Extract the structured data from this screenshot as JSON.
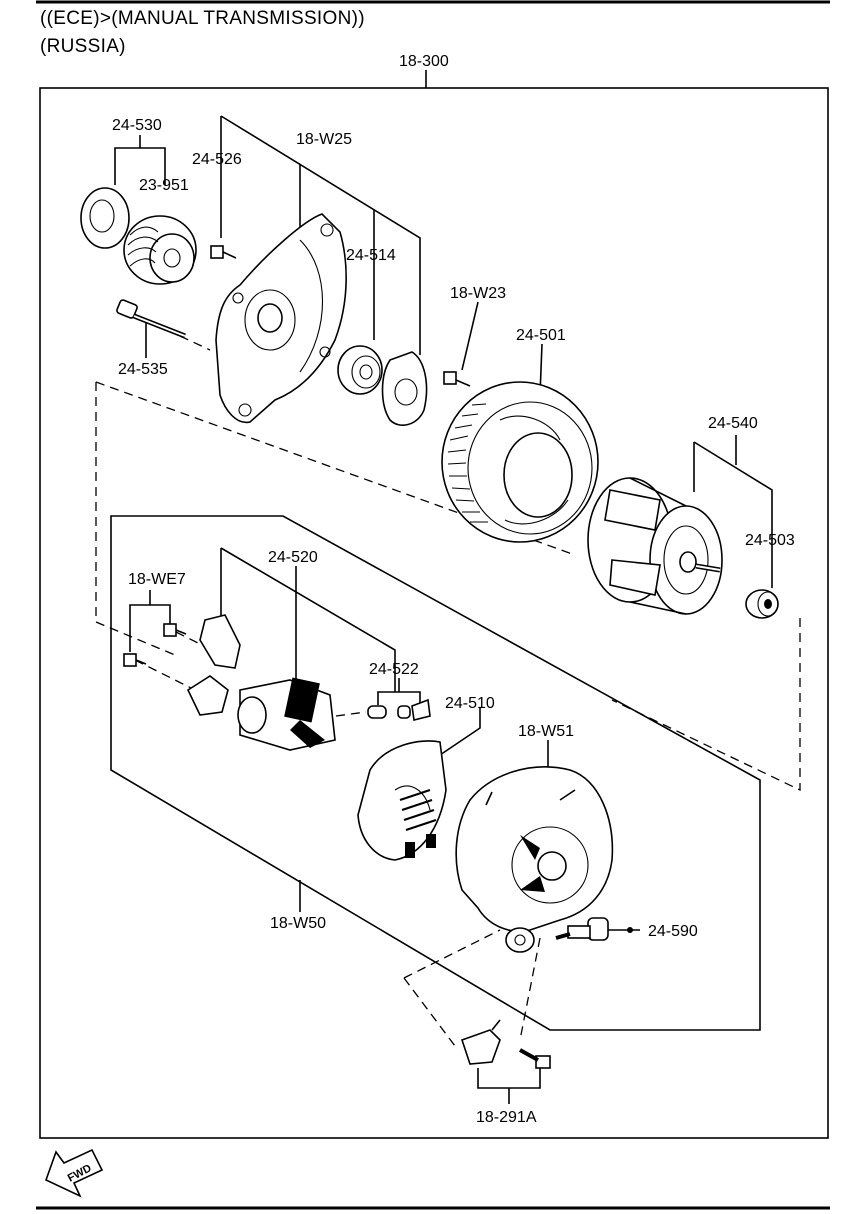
{
  "header": {
    "line1": "((ECE)>(MANUAL TRANSMISSION))",
    "line2": "(RUSSIA)"
  },
  "callouts": {
    "c18_300": "18-300",
    "c24_530": "24-530",
    "c24_526": "24-526",
    "c18_W25": "18-W25",
    "c23_951": "23-951",
    "c24_514": "24-514",
    "c18_W23": "18-W23",
    "c24_501": "24-501",
    "c24_535": "24-535",
    "c24_540": "24-540",
    "c24_503": "24-503",
    "c24_520": "24-520",
    "c18_WE7": "18-WE7",
    "c24_522": "24-522",
    "c24_510": "24-510",
    "c18_W51": "18-W51",
    "c18_W50": "18-W50",
    "c24_590": "24-590",
    "c18_291A": "18-291A"
  },
  "fwd_symbol": {
    "icon": "fwd-arrow-icon",
    "text": "FWD"
  }
}
